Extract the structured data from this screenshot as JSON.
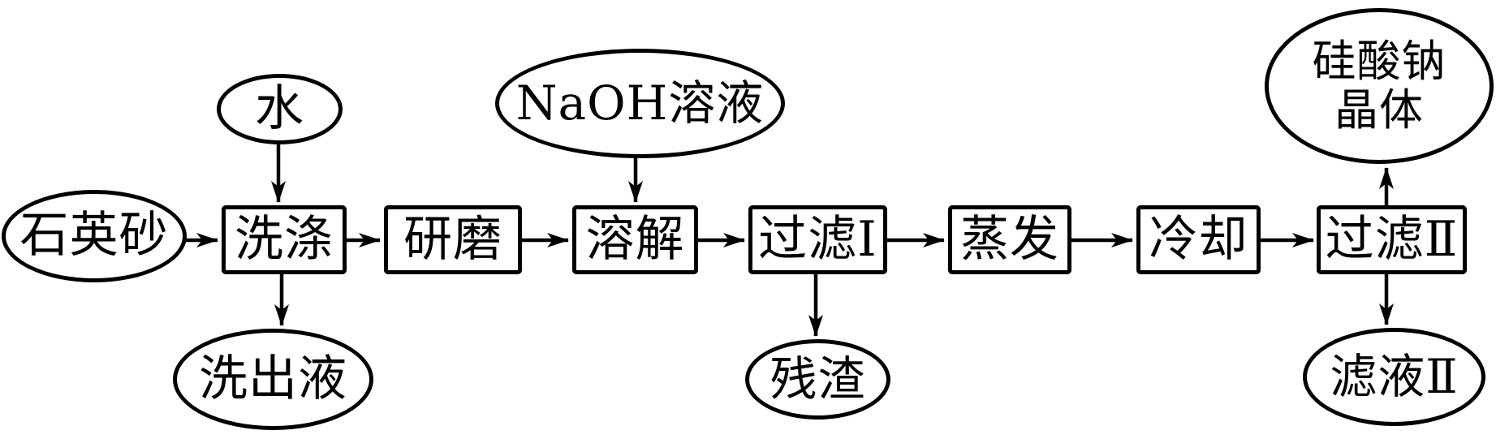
{
  "diagram_type": "process-flowchart",
  "colors": {
    "stroke": "#000000",
    "background": "#ffffff",
    "text": "#000000"
  },
  "nodes": {
    "quartz_sand": {
      "label": "石英砂",
      "shape": "ellipse",
      "role": "input-material"
    },
    "water": {
      "label": "水",
      "shape": "ellipse",
      "role": "input-material"
    },
    "naoh_solution": {
      "label": "NaOH溶液",
      "shape": "ellipse",
      "role": "input-material"
    },
    "wash": {
      "label": "洗涤",
      "shape": "rect",
      "role": "process-step"
    },
    "grind": {
      "label": "研磨",
      "shape": "rect",
      "role": "process-step"
    },
    "dissolve": {
      "label": "溶解",
      "shape": "rect",
      "role": "process-step"
    },
    "filter_1": {
      "label": "过滤Ⅰ",
      "shape": "rect",
      "role": "process-step"
    },
    "evaporate": {
      "label": "蒸发",
      "shape": "rect",
      "role": "process-step"
    },
    "cool": {
      "label": "冷却",
      "shape": "rect",
      "role": "process-step"
    },
    "filter_2": {
      "label": "过滤Ⅱ",
      "shape": "rect",
      "role": "process-step"
    },
    "washout_liquid": {
      "label": "洗出液",
      "shape": "ellipse",
      "role": "output-product"
    },
    "residue": {
      "label": "残渣",
      "shape": "ellipse",
      "role": "output-product"
    },
    "sodium_silicate_crystal": {
      "label": "硅酸钠\n晶体",
      "shape": "ellipse",
      "role": "output-product"
    },
    "filtrate_2": {
      "label": "滤液Ⅱ",
      "shape": "ellipse",
      "role": "output-product"
    }
  },
  "edges": [
    {
      "from": "石英砂",
      "to": "洗涤",
      "direction": "right"
    },
    {
      "from": "水",
      "to": "洗涤",
      "direction": "down"
    },
    {
      "from": "洗涤",
      "to": "洗出液",
      "direction": "down"
    },
    {
      "from": "洗涤",
      "to": "研磨",
      "direction": "right"
    },
    {
      "from": "研磨",
      "to": "溶解",
      "direction": "right"
    },
    {
      "from": "NaOH溶液",
      "to": "溶解",
      "direction": "down"
    },
    {
      "from": "溶解",
      "to": "过滤Ⅰ",
      "direction": "right"
    },
    {
      "from": "过滤Ⅰ",
      "to": "残渣",
      "direction": "down"
    },
    {
      "from": "过滤Ⅰ",
      "to": "蒸发",
      "direction": "right"
    },
    {
      "from": "蒸发",
      "to": "冷却",
      "direction": "right"
    },
    {
      "from": "冷却",
      "to": "过滤Ⅱ",
      "direction": "right"
    },
    {
      "from": "过滤Ⅱ",
      "to": "硅酸钠晶体",
      "direction": "up"
    },
    {
      "from": "过滤Ⅱ",
      "to": "滤液Ⅱ",
      "direction": "down"
    }
  ]
}
